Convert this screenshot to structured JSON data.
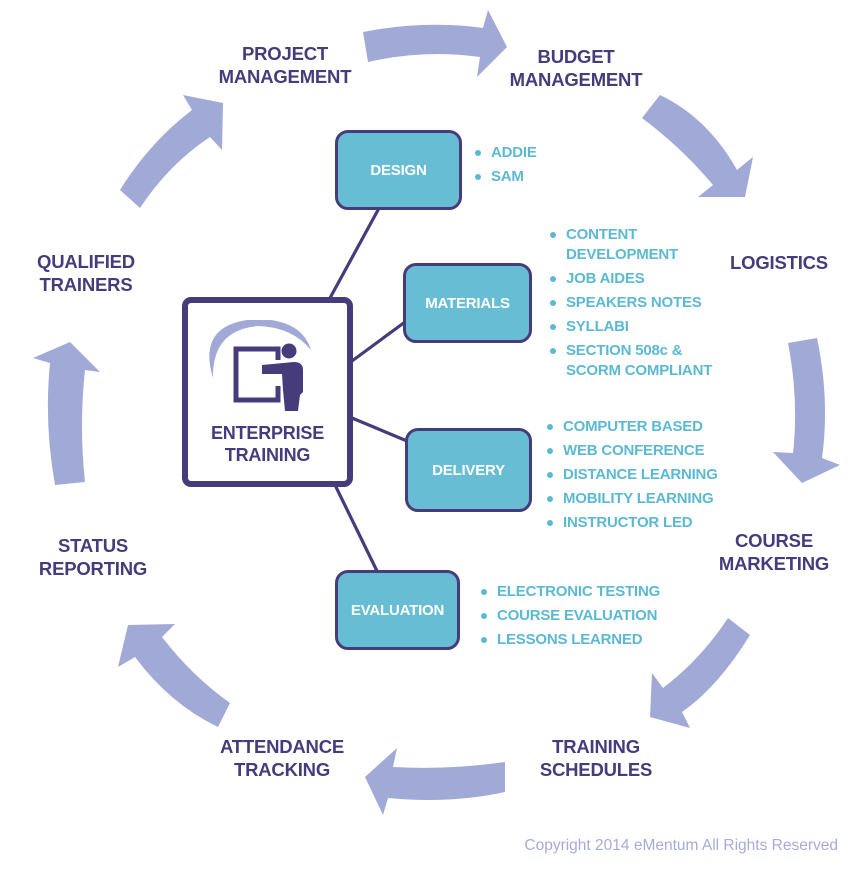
{
  "center": {
    "icon": "presenter-whiteboard-icon",
    "title_line1": "ENTERPRISE",
    "title_line2": "TRAINING"
  },
  "cycle_steps": [
    {
      "line1": "PROJECT",
      "line2": "MANAGEMENT"
    },
    {
      "line1": "BUDGET",
      "line2": "MANAGEMENT"
    },
    {
      "line1": "LOGISTICS",
      "line2": ""
    },
    {
      "line1": "COURSE",
      "line2": "MARKETING"
    },
    {
      "line1": "TRAINING",
      "line2": "SCHEDULES"
    },
    {
      "line1": "ATTENDANCE",
      "line2": "TRACKING"
    },
    {
      "line1": "STATUS",
      "line2": "REPORTING"
    },
    {
      "line1": "QUALIFIED",
      "line2": "TRAINERS"
    }
  ],
  "cycle_arrow_icon": "curved-arrow-icon",
  "components": [
    {
      "label": "DESIGN",
      "items": [
        {
          "lines": [
            "ADDIE"
          ]
        },
        {
          "lines": [
            "SAM"
          ]
        }
      ]
    },
    {
      "label": "MATERIALS",
      "items": [
        {
          "lines": [
            "CONTENT",
            "DEVELOPMENT"
          ]
        },
        {
          "lines": [
            "JOB AIDES"
          ]
        },
        {
          "lines": [
            "SPEAKERS NOTES"
          ]
        },
        {
          "lines": [
            "SYLLABI"
          ]
        },
        {
          "lines": [
            "SECTION 508c &",
            "SCORM COMPLIANT"
          ]
        }
      ]
    },
    {
      "label": "DELIVERY",
      "items": [
        {
          "lines": [
            "COMPUTER BASED"
          ]
        },
        {
          "lines": [
            "WEB CONFERENCE"
          ]
        },
        {
          "lines": [
            "DISTANCE LEARNING"
          ]
        },
        {
          "lines": [
            "MOBILITY LEARNING"
          ]
        },
        {
          "lines": [
            "INSTRUCTOR LED"
          ]
        }
      ]
    },
    {
      "label": "EVALUATION",
      "items": [
        {
          "lines": [
            "ELECTRONIC TESTING"
          ]
        },
        {
          "lines": [
            "COURSE EVALUATION"
          ]
        },
        {
          "lines": [
            "LESSONS LEARNED"
          ]
        }
      ]
    }
  ],
  "colors": {
    "primary_dark": "#463c7c",
    "box_fill": "#67bdd3",
    "bullet_text": "#5cb9d2",
    "arrow": "#a1a9d7",
    "copyright_text": "#a6acd9"
  },
  "footer": {
    "copyright": "Copyright 2014 eMentum All Rights Reserved"
  }
}
